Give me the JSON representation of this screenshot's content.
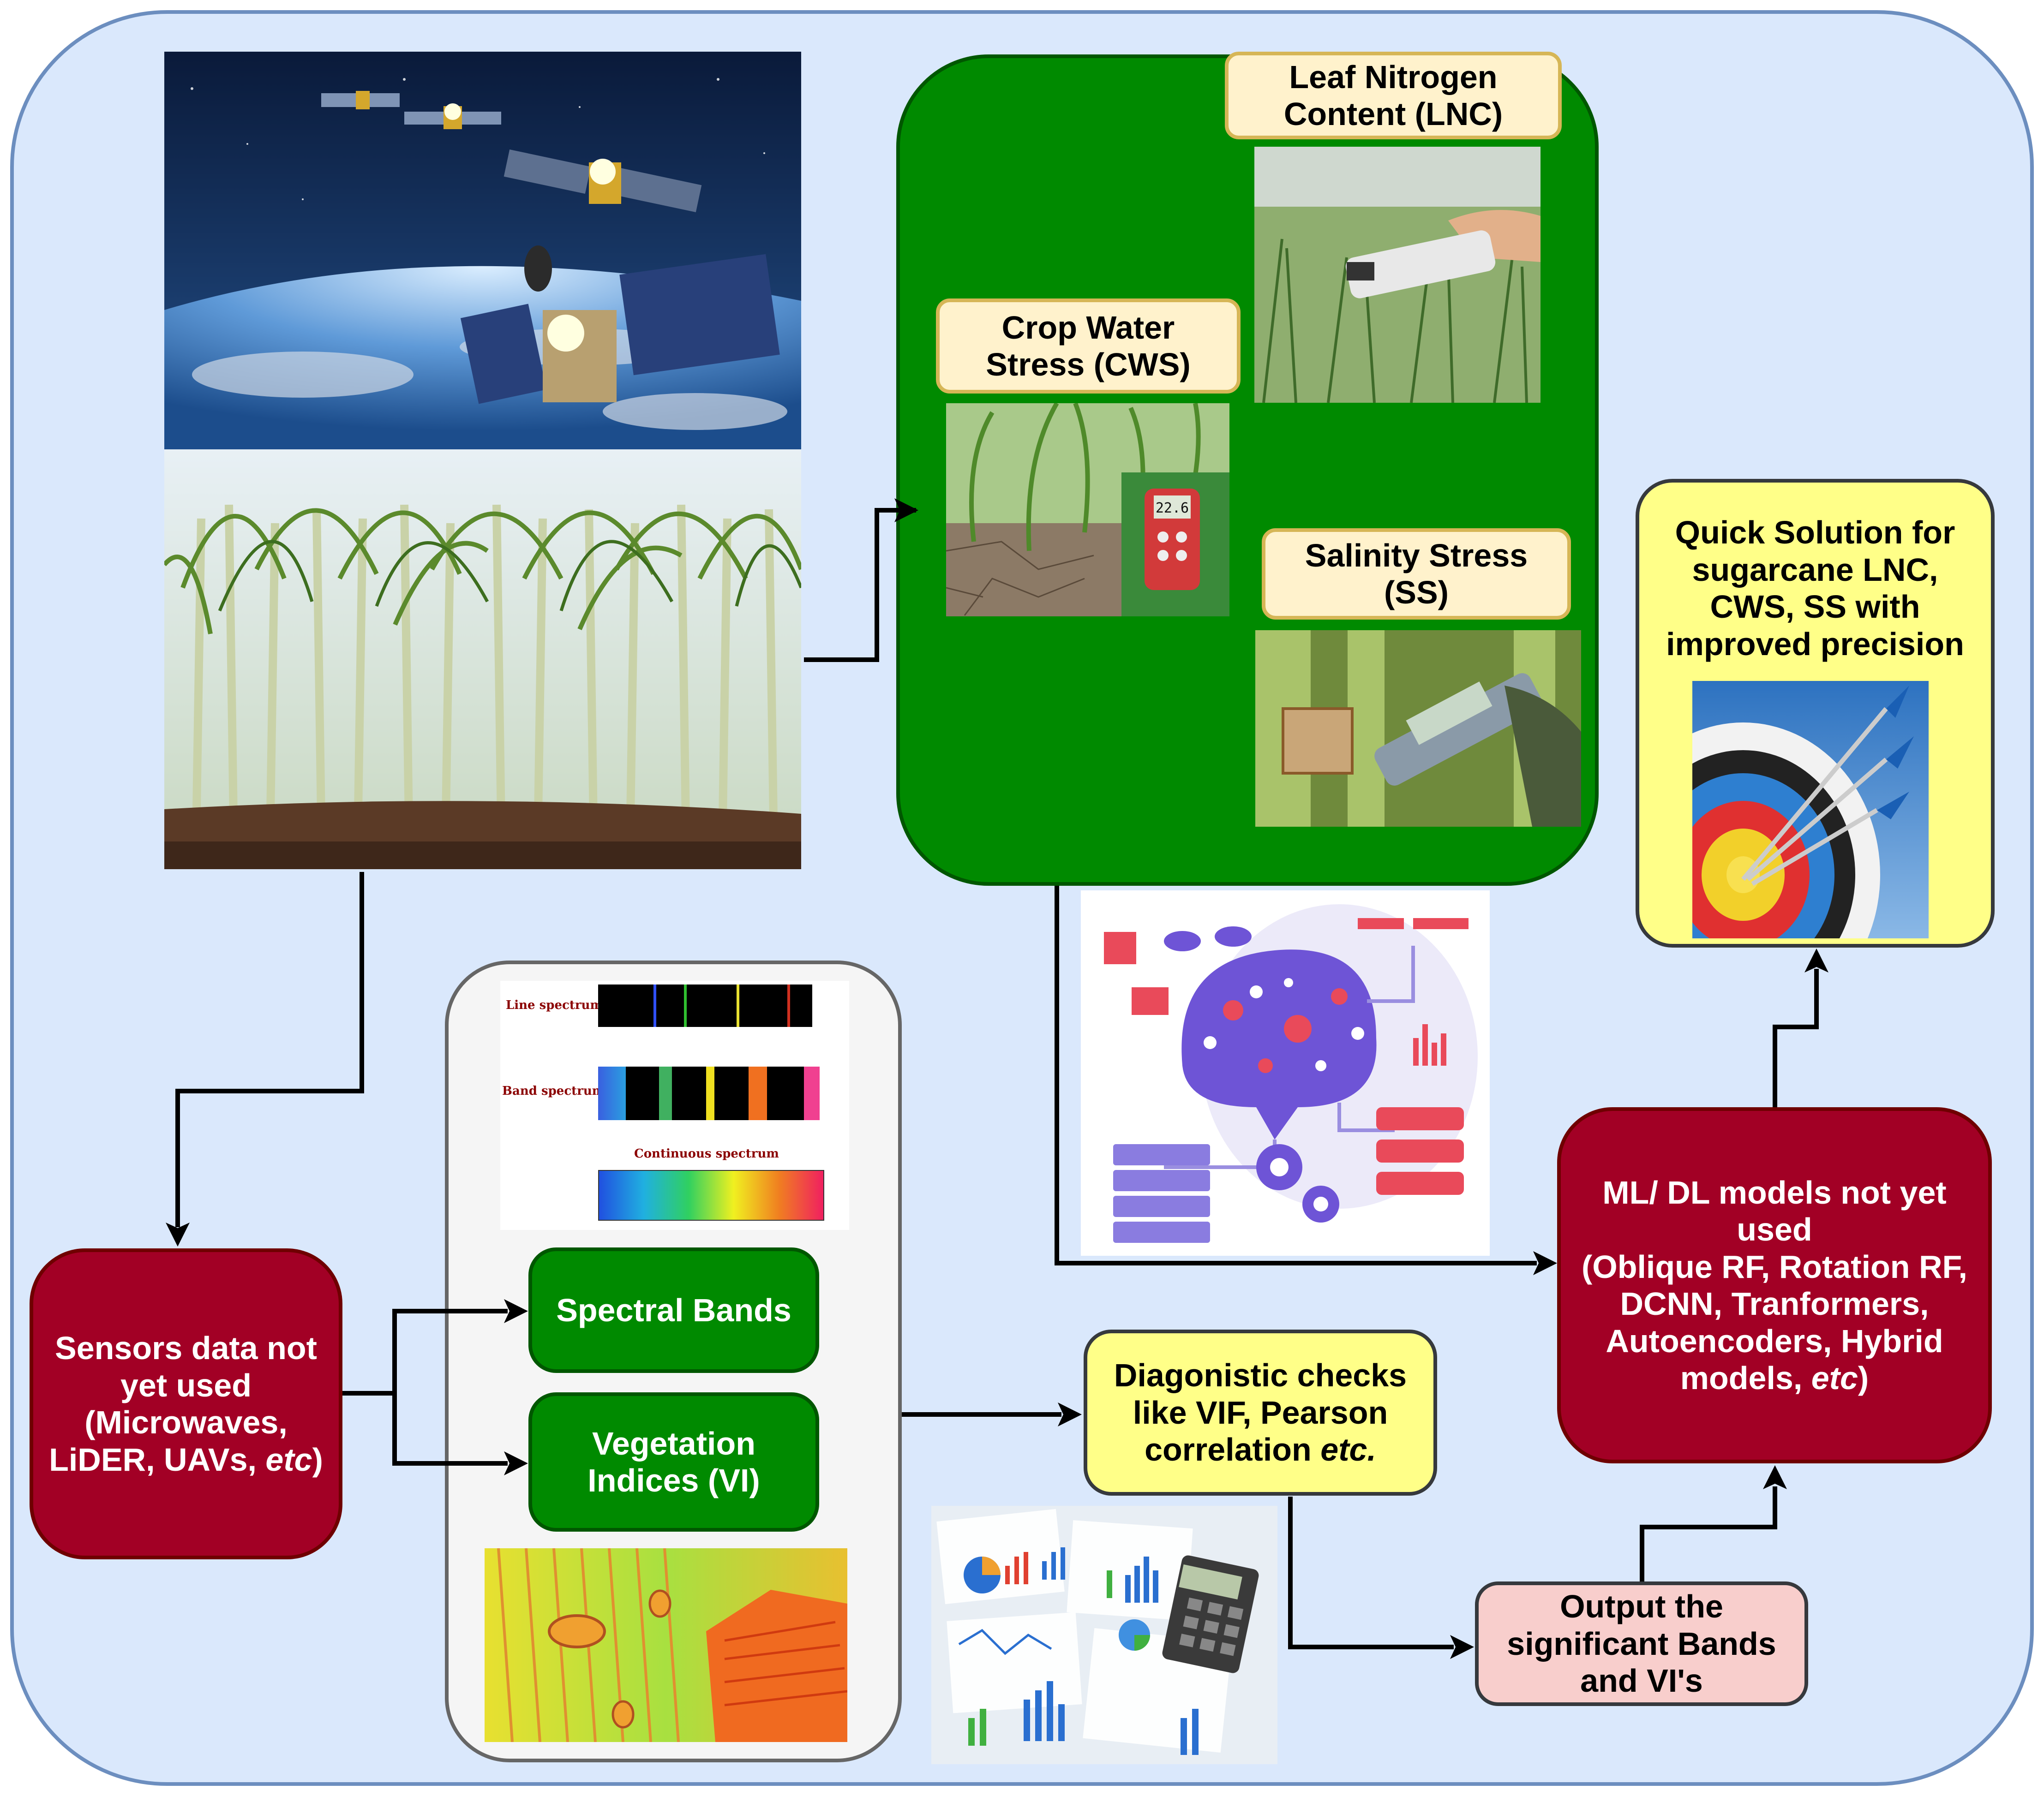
{
  "nodes": {
    "lnc": "Leaf Nitrogen\nContent (LNC)",
    "cws": "Crop Water\nStress (CWS)",
    "ss": "Salinity Stress\n(SS)",
    "quick": "Quick Solution for\nsugarcane LNC,\nCWS, SS with\nimproved precision",
    "sensors_main": "Sensors data not\nyet used\n(Microwaves,\nLiDER, UAVs, ",
    "sensors_em": "etc",
    "sensors_end": ")",
    "spectral": "Spectral Bands",
    "vi": "Vegetation\nIndices (VI)",
    "diag_main": "Diagonistic checks\nlike VIF, Pearson\ncorrelation ",
    "diag_em": "etc.",
    "models_main": "ML/ DL models not yet\nused\n(Oblique RF, Rotation RF,\nDCNN, Tranformers,\nAutoencoders, Hybrid\nmodels, ",
    "models_em": "etc",
    "models_end": ")",
    "output": "Output the\nsignificant Bands\nand VI's"
  },
  "spectra": {
    "line": "Line spectrum",
    "band": "Band spectrum",
    "continuous": "Continuous spectrum"
  },
  "display": {
    "gauge_value": "22.6"
  },
  "colors": {
    "frame_fill": "#dae8fc",
    "frame_stroke": "#6c8ebf",
    "dark_red": "#a20025",
    "green": "#008a00",
    "cream": "#fff2cc",
    "yellow": "#ffff88",
    "pink": "#f8cecc"
  }
}
